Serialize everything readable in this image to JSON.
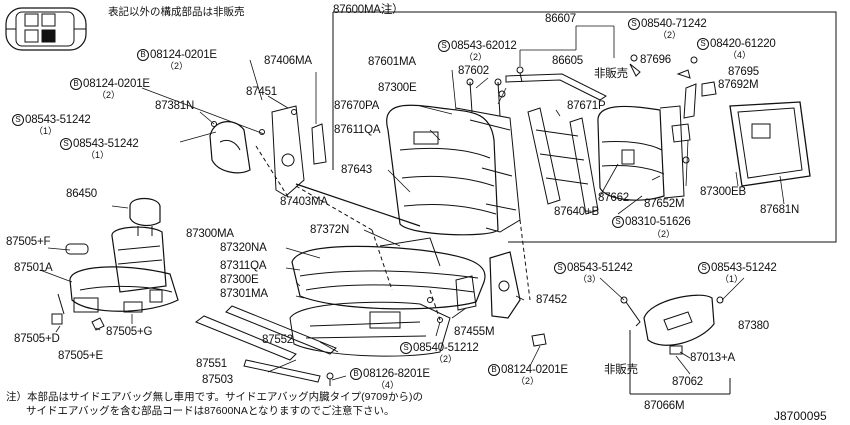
{
  "header_note": "表記以外の構成部品は非販売",
  "footnote_line1": "注）本部品はサイドエアバッグ無し車用です。サイドエアバッグ内臓タイプ(9709から)の",
  "footnote_line2": "サイドエアバッグを含む部品コードは87600NAとなりますのでご注意下さい。",
  "diagram_code": "J8700095",
  "labels": {
    "p87600MA": "87600MA注）",
    "p86607": "86607",
    "s08540_71242": "08540-71242",
    "q2a": "（2）",
    "s08543_62012": "08543-62012",
    "q2b": "（2）",
    "p86605": "86605",
    "hihanbai1": "非販売",
    "p87696": "87696",
    "s08420_61220": "08420-61220",
    "q4a": "（4）",
    "p87695": "87695",
    "p87692M": "87692M",
    "b08124_0201E_1": "08124-0201E",
    "q2c": "（2）",
    "p87406MA": "87406MA",
    "p87601MA": "87601MA",
    "p87602": "87602",
    "b08124_0201E_2": "08124-0201E",
    "q2d": "（2）",
    "p87451": "87451",
    "p87300E_top": "87300E",
    "p87381N": "87381N",
    "p87670PA": "87670PA",
    "p87671P": "87671P",
    "s08543_51242_a": "08543-51242",
    "q1a": "（1）",
    "p87611QA": "87611QA",
    "s08543_51242_b": "08543-51242",
    "q1b": "（1）",
    "p87643": "87643",
    "p87662": "87662",
    "p87652M": "87652M",
    "p87300EB": "87300EB",
    "p86450": "86450",
    "p87403MA": "87403MA",
    "p87640B": "87640+B",
    "p87681N": "87681N",
    "s08310_51626": "08310-51626",
    "q2e": "（2）",
    "p87300MA": "87300MA",
    "p87372N": "87372N",
    "p87505F": "87505+F",
    "p87320NA": "87320NA",
    "p87501A": "87501A",
    "p87311QA": "87311QA",
    "p87300E_mid": "87300E",
    "p87301MA": "87301MA",
    "s08543_51242_c": "08543-51242",
    "q3a": "（3）",
    "s08543_51242_d": "08543-51242",
    "q1c": "（1）",
    "p87452": "87452",
    "p87380": "87380",
    "p87505D": "87505+D",
    "p87505G": "87505+G",
    "p87455M": "87455M",
    "p87505E": "87505+E",
    "p87552": "87552",
    "s08540_51212": "08540-51212",
    "q2f": "（2）",
    "p87013A": "87013+A",
    "p87551": "87551",
    "p87503": "87503",
    "b08126_8201E": "08126-8201E",
    "q4b": "（4）",
    "b08124_0201E_3": "08124-0201E",
    "q2g": "（2）",
    "hihanbai2": "非販売",
    "p87062": "87062",
    "p87066M": "87066M",
    "sym_s": "S",
    "sym_b": "B"
  }
}
